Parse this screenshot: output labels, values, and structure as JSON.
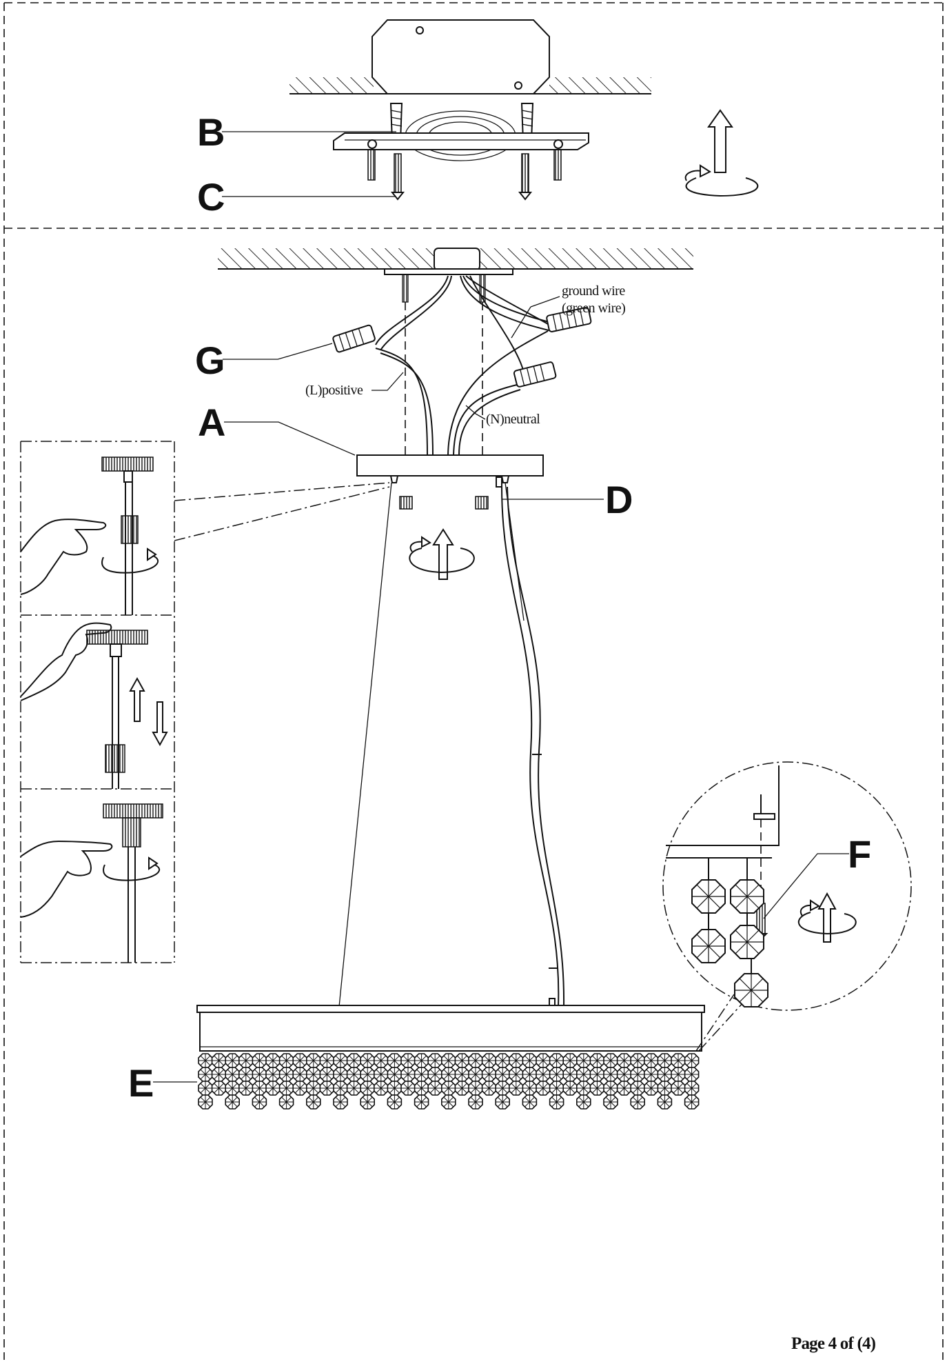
{
  "labels": {
    "B": "B",
    "C": "C",
    "G": "G",
    "A": "A",
    "D": "D",
    "E": "E",
    "F": "F"
  },
  "annotations": {
    "ground_wire_line1": "ground wire",
    "ground_wire_line2": "(green wire)",
    "positive": "(L)positive",
    "neutral": "(N)neutral"
  },
  "footer": {
    "page": "Page 4 of (4)"
  }
}
